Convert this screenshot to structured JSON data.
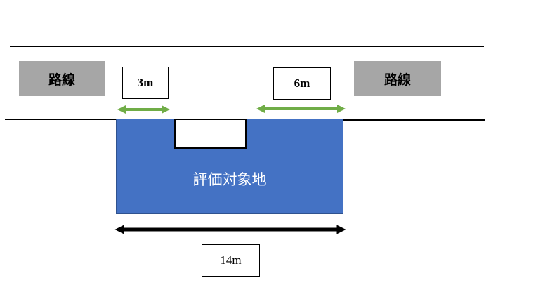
{
  "roads": {
    "left_label": "路線",
    "right_label": "路線"
  },
  "frontages": {
    "left_width": "3m",
    "right_width": "6m"
  },
  "site": {
    "label": "評価対象地",
    "total_width": "14m"
  },
  "colors": {
    "site_fill": "#4472c4",
    "road_box": "#a6a6a6",
    "frontage_arrow": "#70ad47",
    "width_arrow": "#000000"
  }
}
